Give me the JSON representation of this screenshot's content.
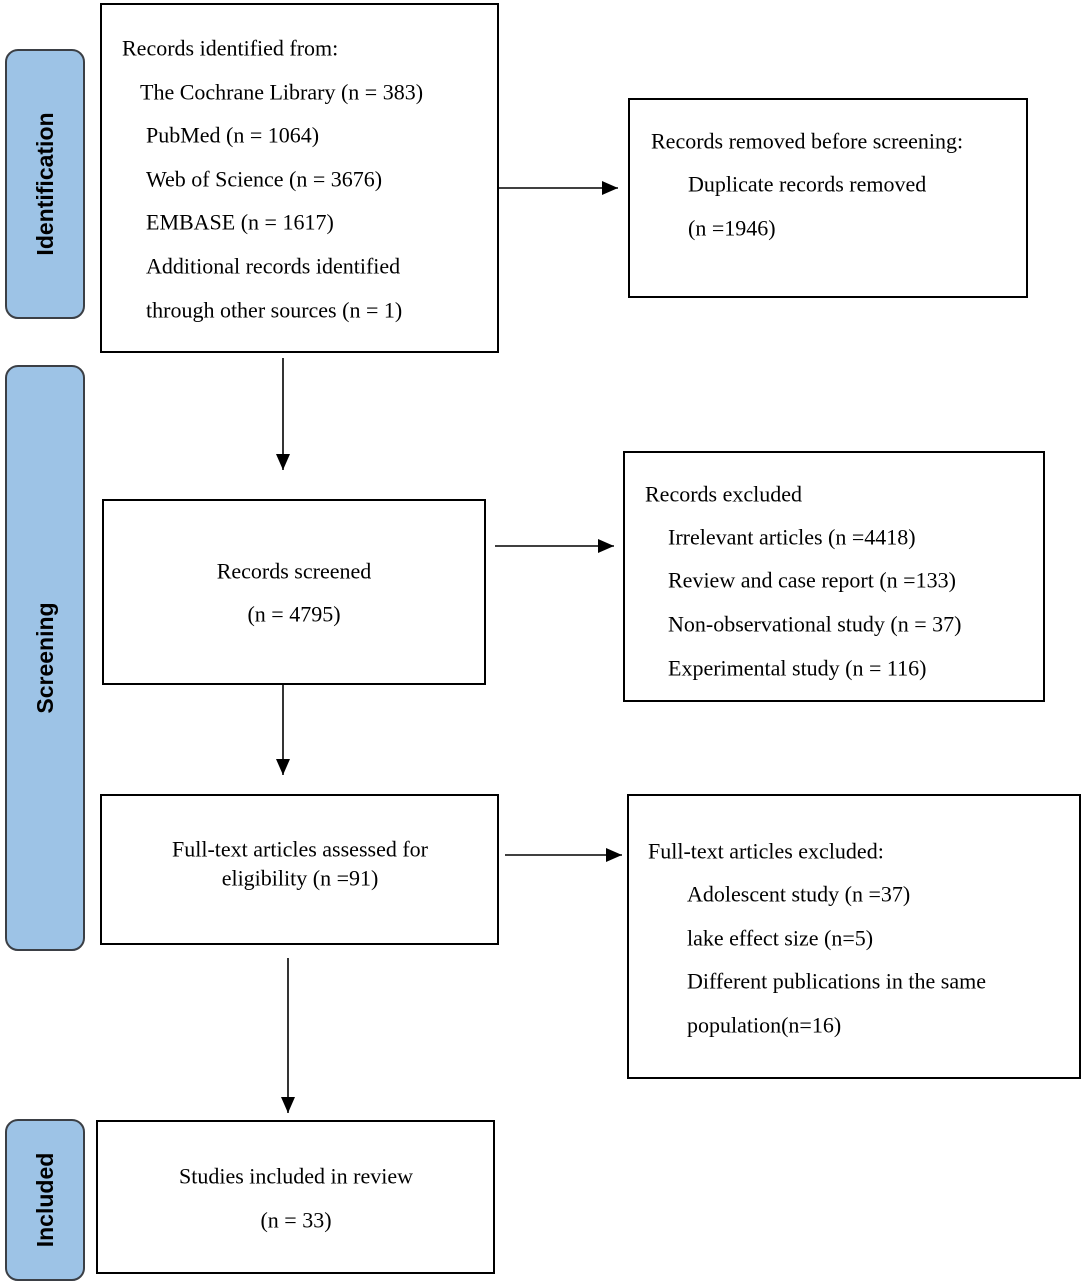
{
  "stages": {
    "identification": "Identification",
    "screening": "Screening",
    "included": "Included"
  },
  "identified": {
    "heading": "Records identified from:",
    "items": [
      "The Cochrane Library (n = 383)",
      "PubMed (n = 1064)",
      "Web of Science (n = 3676)",
      "EMBASE (n = 1617)",
      "Additional records identified",
      "through other sources (n = 1)"
    ]
  },
  "removed": {
    "heading": "Records removed before screening:",
    "lines": [
      "Duplicate records removed",
      "(n =1946)"
    ]
  },
  "screened": {
    "lines": [
      "Records screened",
      "(n = 4795)"
    ]
  },
  "excluded": {
    "heading": "Records excluded",
    "items": [
      "Irrelevant articles (n =4418)",
      "Review and case report (n =133)",
      "Non-observational study (n = 37)",
      "Experimental study (n = 116)"
    ]
  },
  "fulltext": {
    "lines": [
      "Full-text articles assessed for",
      "eligibility (n =91)"
    ]
  },
  "fulltext_excluded": {
    "heading": "Full-text articles excluded:",
    "items": [
      "Adolescent study (n =37)",
      "lake effect size (n=5)",
      "Different publications in the same",
      "population(n=16)"
    ]
  },
  "included": {
    "lines": [
      "Studies included in review",
      "(n = 33)"
    ]
  },
  "colors": {
    "stage_fill": "#9dc3e6",
    "stage_stroke": "#3b3f45"
  }
}
